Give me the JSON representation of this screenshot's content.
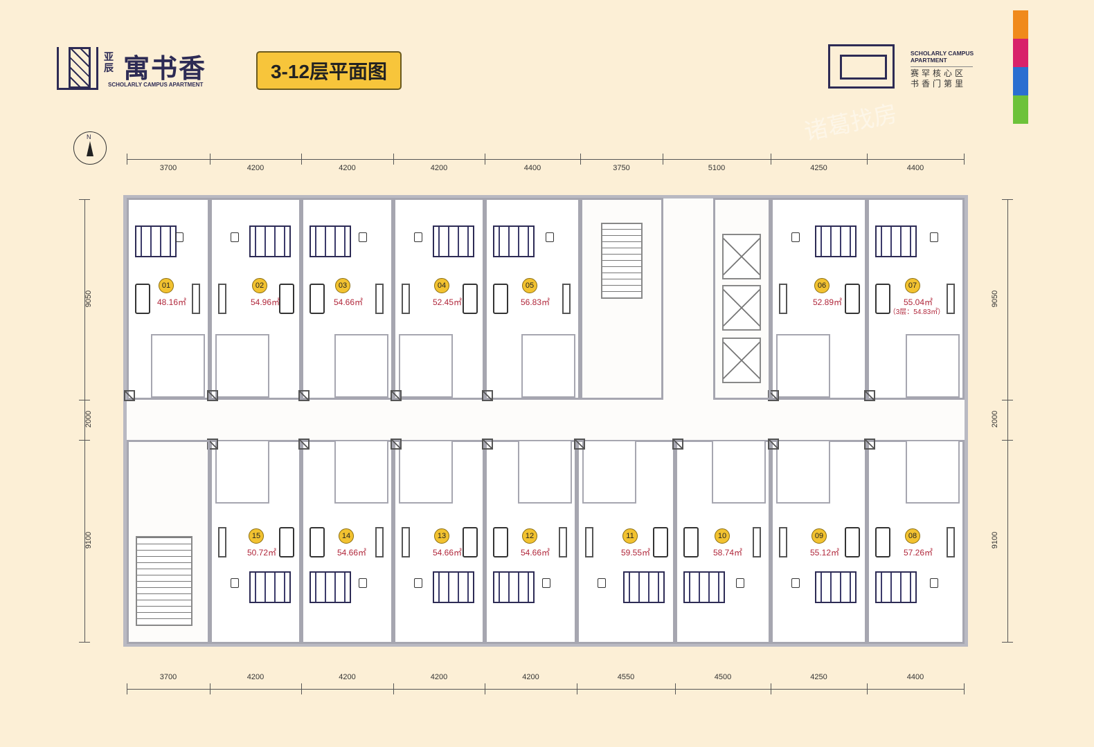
{
  "header": {
    "brand_prefix": "亚辰",
    "brand_name": "寓书香",
    "brand_en": "SCHOLARLY CAMPUS APARTMENT",
    "title": "3-12层平面图",
    "right_logo_en": "SCHOLARLY CAMPUS APARTMENT",
    "right_logo_cn_line1": "赛罕核心区",
    "right_logo_cn_line2": "书香门第里",
    "strip_colors": [
      "#f08a1c",
      "#d8226a",
      "#2a6fd1",
      "#6dc23a"
    ]
  },
  "compass": {
    "label": "N"
  },
  "watermark": "诸葛找房",
  "dimensions": {
    "top": [
      "3700",
      "4200",
      "4200",
      "4200",
      "4400",
      "3750",
      "5100",
      "4250",
      "4400"
    ],
    "bottom": [
      "3700",
      "4200",
      "4200",
      "4200",
      "4200",
      "4550",
      "4500",
      "4250",
      "4400"
    ],
    "left": [
      "9050",
      "2000",
      "9100"
    ],
    "right": [
      "9050",
      "2000",
      "9100"
    ]
  },
  "units_top": [
    {
      "no": "01",
      "area": "48.16㎡"
    },
    {
      "no": "02",
      "area": "54.96㎡"
    },
    {
      "no": "03",
      "area": "54.66㎡"
    },
    {
      "no": "04",
      "area": "52.45㎡"
    },
    {
      "no": "05",
      "area": "56.83㎡"
    },
    {
      "no": "06",
      "area": "52.89㎡"
    },
    {
      "no": "07",
      "area": "55.04㎡",
      "sub": "（3层：54.83㎡）"
    }
  ],
  "units_bottom": [
    {
      "no": "15",
      "area": "50.72㎡"
    },
    {
      "no": "14",
      "area": "54.66㎡"
    },
    {
      "no": "13",
      "area": "54.66㎡"
    },
    {
      "no": "12",
      "area": "54.66㎡"
    },
    {
      "no": "11",
      "area": "59.55㎡"
    },
    {
      "no": "10",
      "area": "58.74㎡"
    },
    {
      "no": "09",
      "area": "55.12㎡"
    },
    {
      "no": "08",
      "area": "57.26㎡"
    }
  ]
}
